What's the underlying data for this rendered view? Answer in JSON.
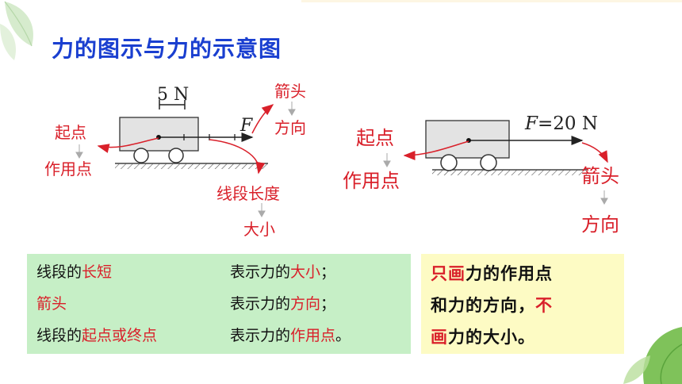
{
  "title": "力的图示与力的示意图",
  "left_diagram": {
    "scale_label": "5 N",
    "force_label_var": "F",
    "start_point": "起点",
    "action_point": "作用点",
    "arrow_head": "箭头",
    "direction": "方向",
    "segment_length": "线段长度",
    "magnitude": "大小"
  },
  "right_diagram": {
    "force_label_var": "F",
    "force_label_value": "=20 N",
    "start_point": "起点",
    "action_point": "作用点",
    "arrow_head": "箭头",
    "direction": "方向"
  },
  "green_box": {
    "row1": {
      "pre": "线段的",
      "hl": "长短",
      "col2_pre": "表示力的",
      "col2_hl": "大小",
      "col2_post": "；"
    },
    "row2": {
      "hl": "箭头",
      "col2_pre": "表示力的",
      "col2_hl": "方向",
      "col2_post": "；"
    },
    "row3": {
      "pre": "线段的",
      "hl": "起点或终点",
      "col2_pre": "表示力的",
      "col2_hl": "作用点",
      "col2_post": "。"
    }
  },
  "yellow_box": {
    "line1_hl": "只画",
    "line1_rest": "力的作用点",
    "line2_pre": "和力的方向，",
    "line2_hl": "不",
    "line3_hl": "画",
    "line3_rest": "力的大小。"
  },
  "colors": {
    "title": "#1a3fd0",
    "highlight": "#d9202a",
    "green_box": "#c6efc6",
    "yellow_box": "#fdfbc4"
  }
}
